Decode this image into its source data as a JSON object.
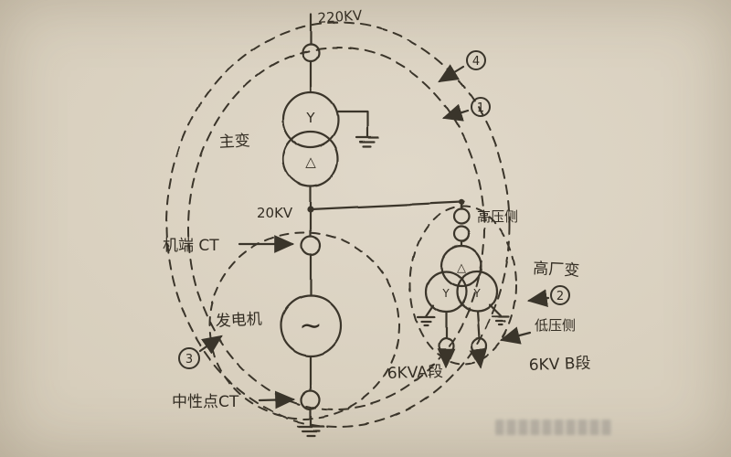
{
  "colors": {
    "paper": "#d7cebc",
    "ink": "#3a352b"
  },
  "labels": {
    "top_voltage": "220KV",
    "gen_voltage": "20KV",
    "main_transformer": "主变",
    "terminal_ct": "机端 CT",
    "generator": "发电机",
    "neutral_ct": "中性点CT",
    "hv_side": "高压侧",
    "aux_transformer": "高厂变",
    "lv_side": "低压侧",
    "section_a": "6KVA段",
    "section_b": "6KV B段"
  },
  "symbols": {
    "main_hv_winding": "Y",
    "main_lv_winding": "△",
    "aux_hv_winding": "△",
    "aux_lv_winding_a": "Y",
    "aux_lv_winding_b": "Y",
    "generator_wave": "∼"
  },
  "zone_badges": {
    "zone1": "1",
    "zone2": "2",
    "zone3": "3",
    "zone4": "4"
  }
}
